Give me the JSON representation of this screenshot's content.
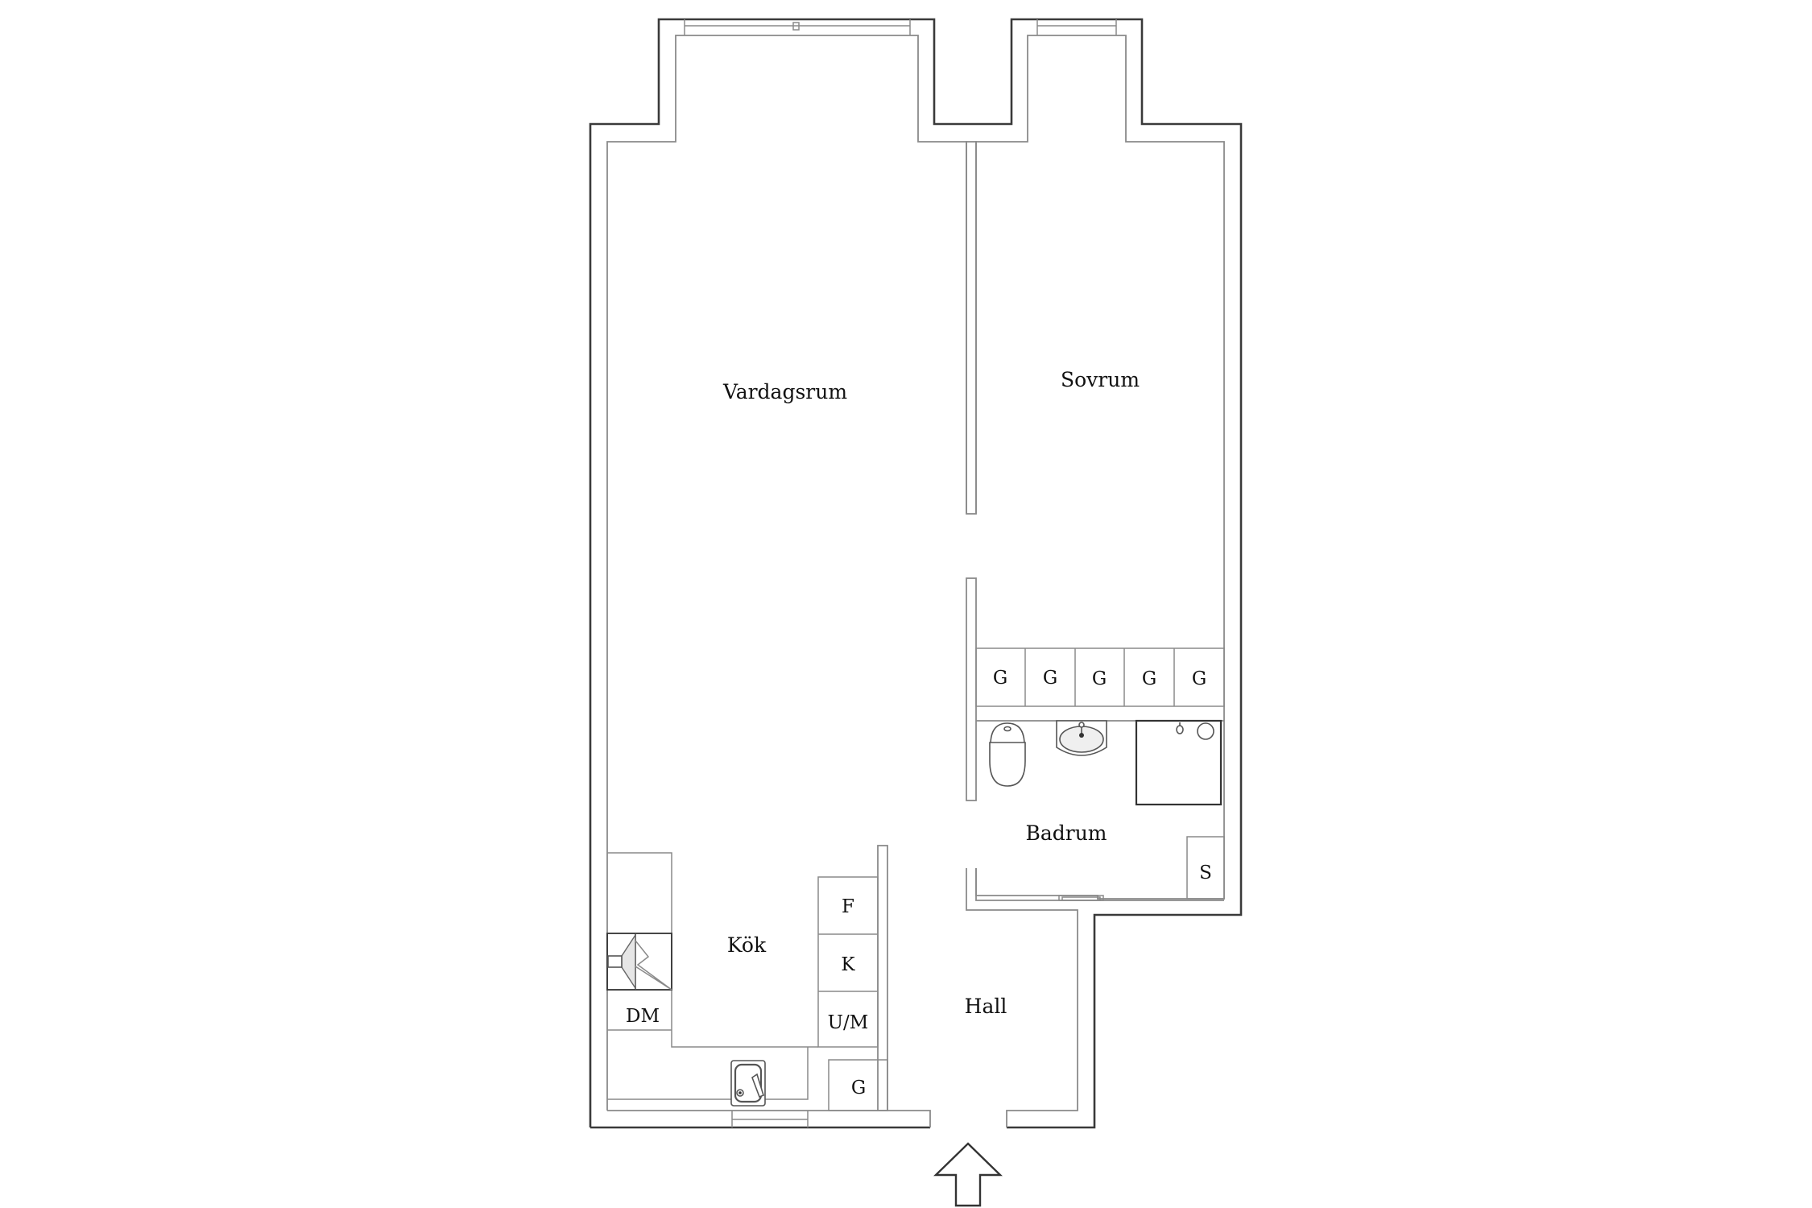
{
  "plan": {
    "rooms": {
      "vardagsrum": "Vardagsrum",
      "sovrum": "Sovrum",
      "badrum": "Badrum",
      "kok": "Kök",
      "hall": "Hall"
    },
    "units": {
      "wardrobes_bedroom": [
        "G",
        "G",
        "G",
        "G",
        "G"
      ],
      "bathroom_cabinet": "S",
      "fridge": "F",
      "freezer": "K",
      "oven_microwave": "U/M",
      "dishwasher": "DM",
      "hall_wardrobe": "G"
    },
    "entrance_arrow": "entrance-arrow",
    "colors": {
      "wall_outer": "#3a3a3a",
      "wall_inner": "#8a8a8a",
      "background": "#ffffff",
      "label": "#111111"
    }
  }
}
